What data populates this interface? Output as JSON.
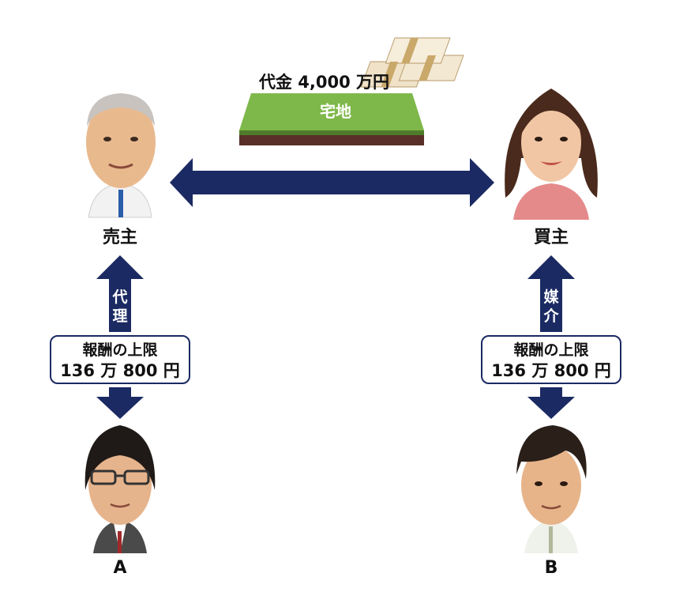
{
  "price": "代金 4,000 万円",
  "land": "宅地",
  "seller": {
    "label": "売主"
  },
  "buyer": {
    "label": "買主"
  },
  "left_relation": {
    "char1": "代",
    "char2": "理"
  },
  "right_relation": {
    "char1": "媒",
    "char2": "介"
  },
  "fee_left": {
    "line1": "報酬の上限",
    "line2": "136 万 800 円"
  },
  "fee_right": {
    "line1": "報酬の上限",
    "line2": "136 万 800 円"
  },
  "agent_a": {
    "label": "A"
  },
  "agent_b": {
    "label": "B"
  },
  "icons": [
    "money-bundles-icon",
    "seller-portrait-icon",
    "buyer-portrait-icon",
    "agent-a-portrait-icon",
    "agent-b-portrait-icon"
  ],
  "colors": {
    "arrow": "#1b2a63",
    "land_top": "#7fb84a",
    "land_soil": "#5a2f28",
    "buyer_shirt": "#e58a8a"
  }
}
